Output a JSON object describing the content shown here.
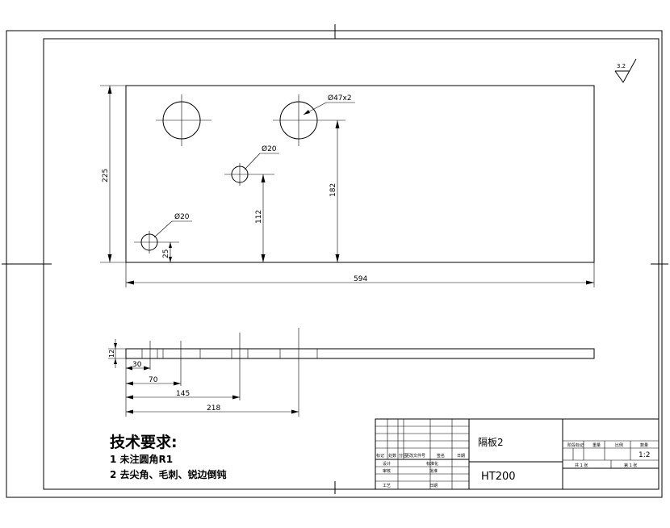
{
  "front_view": {
    "dim_height": "225",
    "dim_width": "594",
    "dim_hole_large": "Ø47x2",
    "dim_hole_mid": "Ø20",
    "dim_hole_small": "Ø20",
    "dim_182": "182",
    "dim_112": "112",
    "dim_25": "25"
  },
  "roughness": {
    "value": "3.2"
  },
  "side_view": {
    "dim_thickness": "12",
    "dim_30": "30",
    "dim_70": "70",
    "dim_145": "145",
    "dim_218": "218"
  },
  "tech_requirements": {
    "title": "技术要求:",
    "item1": "1 未注圆角R1",
    "item2": "2 去尖角、毛刺、锐边倒钝"
  },
  "title_block": {
    "part_name": "隔板2",
    "material": "HT200",
    "scale": "1:2",
    "sheets_total": "共 1 张",
    "sheet_no": "第 1 张",
    "hdr_mark": "标记",
    "hdr_count": "处数",
    "hdr_zone": "分区",
    "hdr_docno": "更改文件号",
    "hdr_sign": "签名",
    "hdr_date": "日期",
    "row_design": "设计",
    "row_standard": "标准化",
    "row_check": "审核",
    "row_craft": "工艺",
    "row_approve": "批准",
    "row_date": "日期",
    "col_stage": "阶段标记",
    "col_weight": "重量",
    "col_scale": "比例",
    "col_quantity": "数量"
  }
}
